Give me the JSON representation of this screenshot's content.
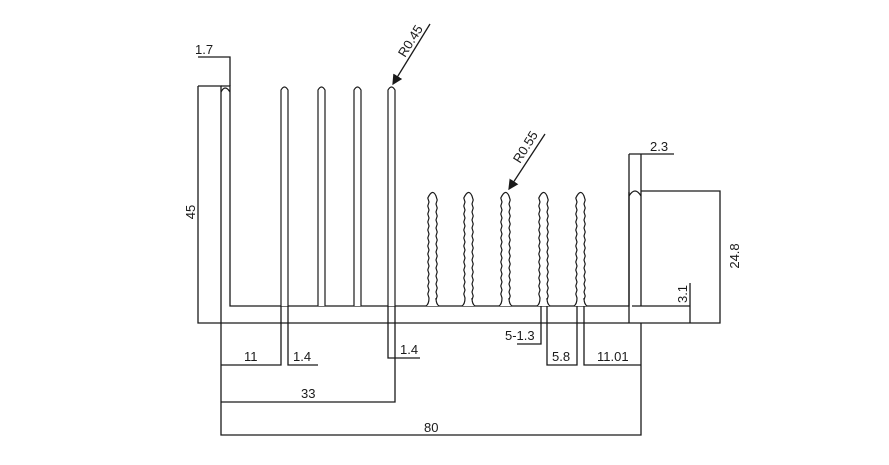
{
  "drawing": {
    "title": "Heatsink profile cross-section",
    "colors": {
      "line": "#1a1a1a",
      "background": "#ffffff"
    },
    "dimensions": {
      "wall_thickness_left": "1.7",
      "total_height": "45",
      "tall_fin_radius": "R0.45",
      "short_fin_radius": "R0.55",
      "right_wall_thickness": "2.3",
      "right_wall_height": "24.8",
      "base_thickness": "3.1",
      "first_gap": "11",
      "tall_fin_thickness_1": "1.4",
      "tall_fin_thickness_2": "1.4",
      "short_fin_spec": "5-1.3",
      "short_fin_pitch": "5.8",
      "right_gap": "11.01",
      "tall_section_width": "33",
      "total_width": "80"
    }
  }
}
